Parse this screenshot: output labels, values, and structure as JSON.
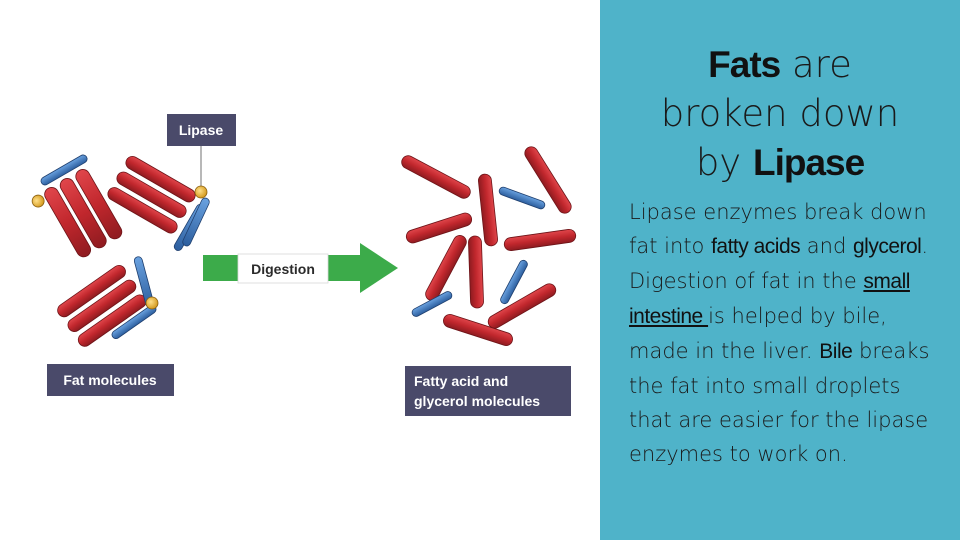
{
  "diagram": {
    "lipase_label": "Lipase",
    "digestion_label": "Digestion",
    "fat_label": "Fat molecules",
    "products_label_line1": "Fatty acid and",
    "products_label_line2": "glycerol molecules",
    "colors": {
      "fatty_acid": "#c1272d",
      "glycerol": "#3a78c2",
      "enzyme_node": "#f2b73c",
      "label_box": "#4a4a6a",
      "arrow": "#3cab4a"
    }
  },
  "panel": {
    "background": "#4fb3c9",
    "title": {
      "w1": "Fats",
      "w2": " are",
      "line2": "broken down",
      "w3": "by ",
      "w4": "Lipase"
    },
    "body": {
      "t1": "Lipase enzymes break down fat into ",
      "k1": "fatty acids",
      "t2": " and ",
      "k2": "glycerol",
      "t3": ". Digestion of fat in the ",
      "k3": "small intestine ",
      "t4": "is helped by bile, made in the liver. ",
      "k4": "Bile",
      "t5": " breaks the fat into small droplets that are easier for the lipase enzymes to work on."
    }
  }
}
